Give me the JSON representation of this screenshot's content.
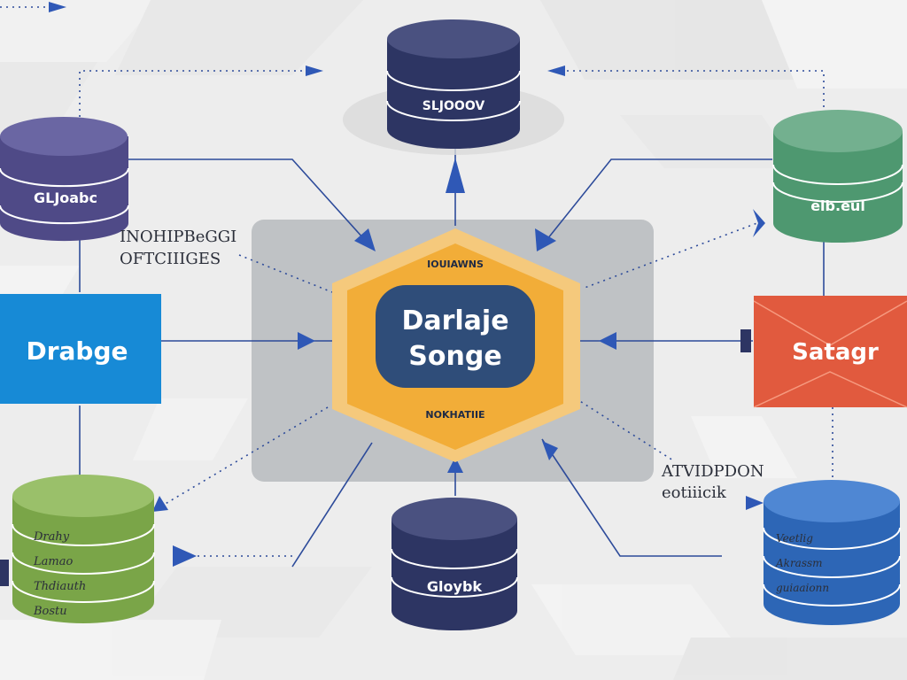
{
  "center": {
    "top_label": "IOUIAWNS",
    "title_line1": "Darlaje",
    "title_line2": "Songe",
    "bottom_label": "NOKHATIIE"
  },
  "nodes": {
    "top": {
      "label": "SLJOOOV"
    },
    "left_top": {
      "label": "GLJoabc"
    },
    "right_top": {
      "label": "elb.eul"
    },
    "left_blue_box": {
      "label": "Drabge"
    },
    "right_red_box": {
      "label": "Satagr"
    },
    "bottom_mid": {
      "label": "Gloybk"
    },
    "green_db": {
      "labels": [
        "Drahy",
        "Lamao",
        "Thdiauth",
        "Bostu"
      ]
    },
    "blue_db": {
      "labels": [
        "Veetlig",
        "Akrassm",
        "guiaaionn"
      ]
    }
  },
  "annotations": {
    "left_line1": "INOHIPBeGGI",
    "left_line2": "OFTCIIIGES",
    "right_line1": "ATVIDPDON",
    "right_line2": "eotiiicik"
  },
  "colors": {
    "background": "#ededed",
    "center_panel": "#b9bcc0",
    "hex_outer": "#f5c97c",
    "hex_inner": "#f2ad38",
    "center_db": "#2f4d79",
    "dark_navy": "#2d3563",
    "purple": "#4f4a87",
    "green": "#4e9870",
    "blue_box": "#178ad6",
    "red_box": "#e15a3e",
    "olive_green": "#7aa548",
    "blue_db": "#2d66b6",
    "line": "#2d4b9a"
  },
  "icons": {
    "arrow": "arrow-icon",
    "connector": "dotted-connector-icon"
  }
}
